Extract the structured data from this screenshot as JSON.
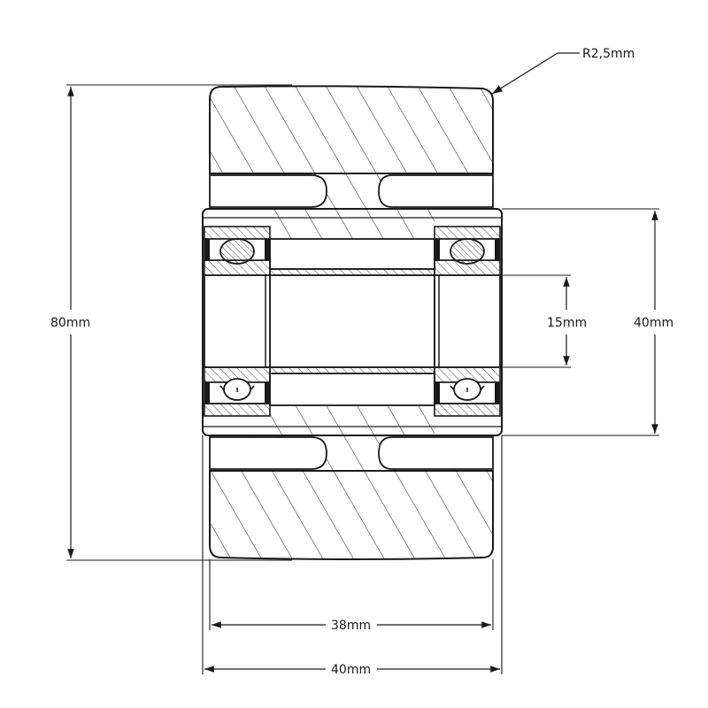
{
  "drawing": {
    "dimensions": {
      "radius": "R2,5mm",
      "overall_height": "80mm",
      "bore": "15mm",
      "hub_diameter": "40mm",
      "tread_width": "38mm",
      "overall_width": "40mm"
    },
    "colors": {
      "line": "#1a1a1a",
      "background": "#ffffff"
    }
  }
}
